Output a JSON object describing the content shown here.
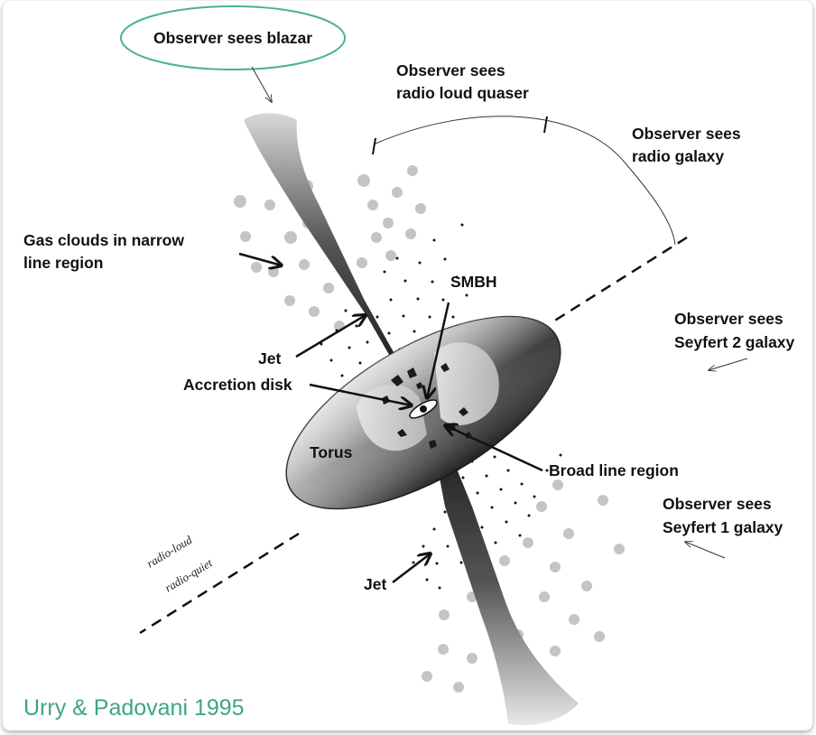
{
  "labels": {
    "blazar": "Observer sees blazar",
    "rlq_line1": "Observer sees",
    "rlq_line2": "radio loud quaser",
    "rg_line1": "Observer sees",
    "rg_line2": "radio galaxy",
    "gas_line1": "Gas clouds in narrow",
    "gas_line2": "line region",
    "smbh": "SMBH",
    "sy2_line1": "Observer sees",
    "sy2_line2": "Seyfert 2 galaxy",
    "jet_upper": "Jet",
    "accretion": "Accretion disk",
    "torus": "Torus",
    "blr": "Broad line region",
    "sy1_line1": "Observer sees",
    "sy1_line2": "Seyfert 1 galaxy",
    "radio_loud": "radio-loud",
    "radio_quiet": "radio-quiet",
    "jet_lower": "Jet"
  },
  "credit": "Urry & Padovani 1995",
  "colors": {
    "highlight_ellipse": "#49b38d",
    "credit_text": "#3fa582",
    "cloud": "#c4c4c4"
  }
}
